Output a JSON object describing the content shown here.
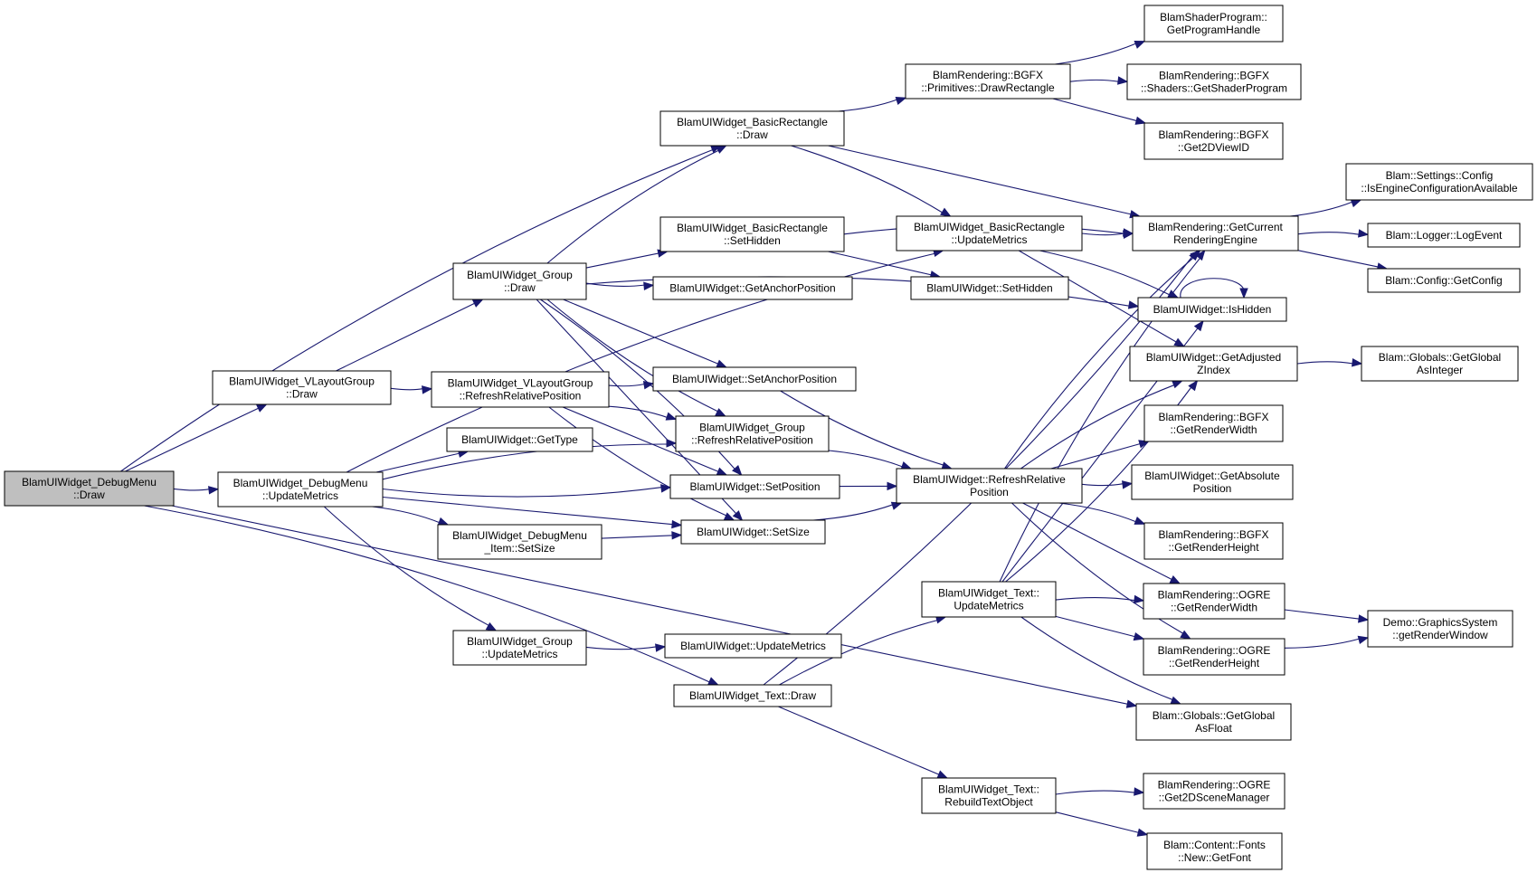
{
  "nodes": [
    {
      "id": "n0",
      "lines": [
        "BlamUIWidget_DebugMenu",
        "::Draw"
      ],
      "root": true
    },
    {
      "id": "n1",
      "lines": [
        "BlamUIWidget_BasicRectangle",
        "::Draw"
      ]
    },
    {
      "id": "n2",
      "lines": [
        "BlamUIWidget_VLayoutGroup",
        "::Draw"
      ]
    },
    {
      "id": "n3",
      "lines": [
        "BlamUIWidget_DebugMenu",
        "::UpdateMetrics"
      ]
    },
    {
      "id": "n4",
      "lines": [
        "BlamUIWidget_Text::Draw"
      ]
    },
    {
      "id": "n5",
      "lines": [
        "Blam::Globals::GetGlobal",
        "AsFloat"
      ]
    },
    {
      "id": "n6",
      "lines": [
        "BlamRendering::BGFX",
        "::Primitives::DrawRectangle"
      ]
    },
    {
      "id": "n7",
      "lines": [
        "BlamUIWidget_BasicRectangle",
        "::UpdateMetrics"
      ]
    },
    {
      "id": "n8",
      "lines": [
        "BlamRendering::GetCurrent",
        "RenderingEngine"
      ]
    },
    {
      "id": "n9",
      "lines": [
        "BlamShaderProgram::",
        "GetProgramHandle"
      ]
    },
    {
      "id": "n10",
      "lines": [
        "BlamRendering::BGFX",
        "::Shaders::GetShaderProgram"
      ]
    },
    {
      "id": "n11",
      "lines": [
        "BlamRendering::BGFX",
        "::Get2DViewID"
      ]
    },
    {
      "id": "n12",
      "lines": [
        "Blam::Settings::Config",
        "::IsEngineConfigurationAvailable"
      ]
    },
    {
      "id": "n13",
      "lines": [
        "Blam::Logger::LogEvent"
      ]
    },
    {
      "id": "n14",
      "lines": [
        "Blam::Config::GetConfig"
      ]
    },
    {
      "id": "n15",
      "lines": [
        "BlamUIWidget::IsHidden"
      ]
    },
    {
      "id": "n16",
      "lines": [
        "BlamUIWidget::GetAdjusted",
        "ZIndex"
      ]
    },
    {
      "id": "n17",
      "lines": [
        "Blam::Globals::GetGlobal",
        "AsInteger"
      ]
    },
    {
      "id": "n18",
      "lines": [
        "BlamUIWidget_Group",
        "::Draw"
      ]
    },
    {
      "id": "n19",
      "lines": [
        "BlamUIWidget_VLayoutGroup",
        "::RefreshRelativePosition"
      ]
    },
    {
      "id": "n20",
      "lines": [
        "BlamUIWidget_BasicRectangle",
        "::SetHidden"
      ]
    },
    {
      "id": "n21",
      "lines": [
        "BlamUIWidget::GetAnchorPosition"
      ]
    },
    {
      "id": "n22",
      "lines": [
        "BlamUIWidget::SetHidden"
      ]
    },
    {
      "id": "n23",
      "lines": [
        "BlamUIWidget::SetAnchorPosition"
      ]
    },
    {
      "id": "n24",
      "lines": [
        "BlamUIWidget_Group",
        "::RefreshRelativePosition"
      ]
    },
    {
      "id": "n25",
      "lines": [
        "BlamUIWidget::SetPosition"
      ]
    },
    {
      "id": "n26",
      "lines": [
        "BlamUIWidget::SetSize"
      ]
    },
    {
      "id": "n27",
      "lines": [
        "BlamUIWidget::RefreshRelative",
        "Position"
      ]
    },
    {
      "id": "n28",
      "lines": [
        "BlamRendering::BGFX",
        "::GetRenderWidth"
      ]
    },
    {
      "id": "n29",
      "lines": [
        "BlamUIWidget::GetAbsolute",
        "Position"
      ]
    },
    {
      "id": "n30",
      "lines": [
        "BlamRendering::BGFX",
        "::GetRenderHeight"
      ]
    },
    {
      "id": "n31",
      "lines": [
        "BlamRendering::OGRE",
        "::GetRenderWidth"
      ]
    },
    {
      "id": "n32",
      "lines": [
        "BlamRendering::OGRE",
        "::GetRenderHeight"
      ]
    },
    {
      "id": "n33",
      "lines": [
        "Demo::GraphicsSystem",
        "::getRenderWindow"
      ]
    },
    {
      "id": "n34",
      "lines": [
        "BlamUIWidget::GetType"
      ]
    },
    {
      "id": "n35",
      "lines": [
        "BlamUIWidget_DebugMenu",
        "_Item::SetSize"
      ]
    },
    {
      "id": "n36",
      "lines": [
        "BlamUIWidget_Group",
        "::UpdateMetrics"
      ]
    },
    {
      "id": "n37",
      "lines": [
        "BlamUIWidget::UpdateMetrics"
      ]
    },
    {
      "id": "n38",
      "lines": [
        "BlamUIWidget_Text::",
        "UpdateMetrics"
      ]
    },
    {
      "id": "n39",
      "lines": [
        "BlamUIWidget_Text::",
        "RebuildTextObject"
      ]
    },
    {
      "id": "n40",
      "lines": [
        "BlamRendering::OGRE",
        "::Get2DSceneManager"
      ]
    },
    {
      "id": "n41",
      "lines": [
        "Blam::Content::Fonts",
        "::New::GetFont"
      ]
    }
  ],
  "edges": [
    [
      "n0",
      "n1"
    ],
    [
      "n0",
      "n2"
    ],
    [
      "n0",
      "n3"
    ],
    [
      "n0",
      "n4"
    ],
    [
      "n0",
      "n5"
    ],
    [
      "n1",
      "n6"
    ],
    [
      "n1",
      "n7"
    ],
    [
      "n1",
      "n8"
    ],
    [
      "n6",
      "n9"
    ],
    [
      "n6",
      "n10"
    ],
    [
      "n6",
      "n11"
    ],
    [
      "n7",
      "n8"
    ],
    [
      "n7",
      "n15"
    ],
    [
      "n7",
      "n16"
    ],
    [
      "n8",
      "n12"
    ],
    [
      "n8",
      "n13"
    ],
    [
      "n8",
      "n14"
    ],
    [
      "n15",
      "n15"
    ],
    [
      "n16",
      "n17"
    ],
    [
      "n2",
      "n18"
    ],
    [
      "n2",
      "n19"
    ],
    [
      "n18",
      "n1"
    ],
    [
      "n18",
      "n20"
    ],
    [
      "n18",
      "n21"
    ],
    [
      "n18",
      "n15"
    ],
    [
      "n18",
      "n23"
    ],
    [
      "n18",
      "n24"
    ],
    [
      "n18",
      "n25"
    ],
    [
      "n18",
      "n26"
    ],
    [
      "n19",
      "n23"
    ],
    [
      "n19",
      "n24"
    ],
    [
      "n19",
      "n25"
    ],
    [
      "n19",
      "n26"
    ],
    [
      "n20",
      "n8"
    ],
    [
      "n20",
      "n22"
    ],
    [
      "n23",
      "n27"
    ],
    [
      "n24",
      "n27"
    ],
    [
      "n25",
      "n27"
    ],
    [
      "n26",
      "n27"
    ],
    [
      "n27",
      "n8"
    ],
    [
      "n27",
      "n28"
    ],
    [
      "n27",
      "n29"
    ],
    [
      "n27",
      "n30"
    ],
    [
      "n27",
      "n31"
    ],
    [
      "n27",
      "n32"
    ],
    [
      "n27",
      "n16"
    ],
    [
      "n31",
      "n33"
    ],
    [
      "n32",
      "n33"
    ],
    [
      "n3",
      "n7"
    ],
    [
      "n3",
      "n34"
    ],
    [
      "n3",
      "n25"
    ],
    [
      "n3",
      "n35"
    ],
    [
      "n3",
      "n26"
    ],
    [
      "n3",
      "n36"
    ],
    [
      "n3",
      "n24"
    ],
    [
      "n35",
      "n26"
    ],
    [
      "n36",
      "n37"
    ],
    [
      "n4",
      "n38"
    ],
    [
      "n4",
      "n39"
    ],
    [
      "n4",
      "n8"
    ],
    [
      "n38",
      "n8"
    ],
    [
      "n38",
      "n15"
    ],
    [
      "n38",
      "n16"
    ],
    [
      "n38",
      "n31"
    ],
    [
      "n38",
      "n32"
    ],
    [
      "n38",
      "n5"
    ],
    [
      "n39",
      "n40"
    ],
    [
      "n39",
      "n41"
    ]
  ]
}
